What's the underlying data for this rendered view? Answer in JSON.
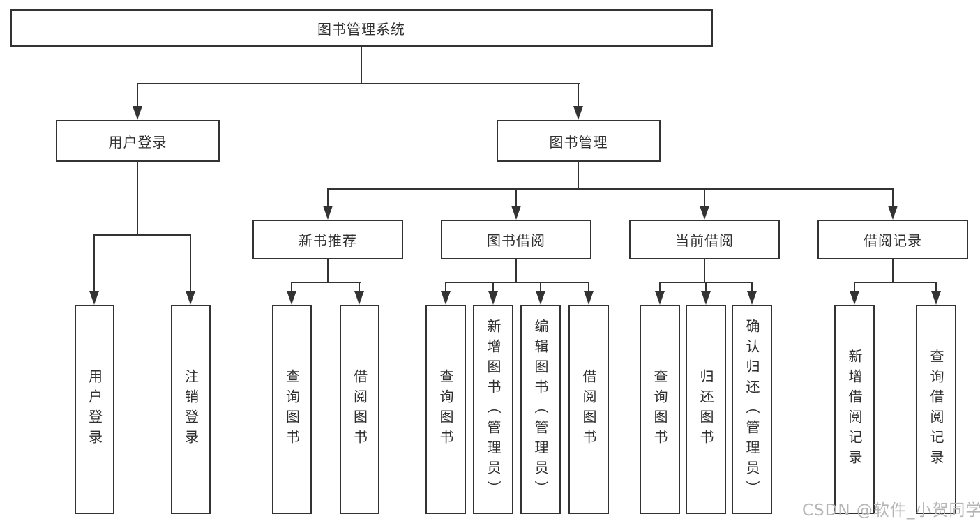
{
  "diagram": {
    "root": {
      "label": "图书管理系统"
    },
    "login_branch": {
      "label": "用户登录",
      "children": [
        {
          "label": "用户登录"
        },
        {
          "label": "注销登录"
        }
      ]
    },
    "mgmt_branch": {
      "label": "图书管理",
      "groups": [
        {
          "label": "新书推荐",
          "children": [
            {
              "label": "查询图书"
            },
            {
              "label": "借阅图书"
            }
          ]
        },
        {
          "label": "图书借阅",
          "children": [
            {
              "label": "查询图书"
            },
            {
              "label": "新增图书（管理员）"
            },
            {
              "label": "编辑图书（管理员）"
            },
            {
              "label": "借阅图书"
            }
          ]
        },
        {
          "label": "当前借阅",
          "children": [
            {
              "label": "查询图书"
            },
            {
              "label": "归还图书"
            },
            {
              "label": "确认归还（管理员）"
            }
          ]
        },
        {
          "label": "借阅记录",
          "children": [
            {
              "label": "新增借阅记录"
            },
            {
              "label": "查询借阅记录"
            }
          ]
        }
      ]
    },
    "watermark": "CSDN @软件_小贺同学",
    "colors": {
      "line": "#333333",
      "text": "#2f2f2f",
      "box_background": "#ffffff",
      "watermark": "#b5b5b5"
    }
  }
}
